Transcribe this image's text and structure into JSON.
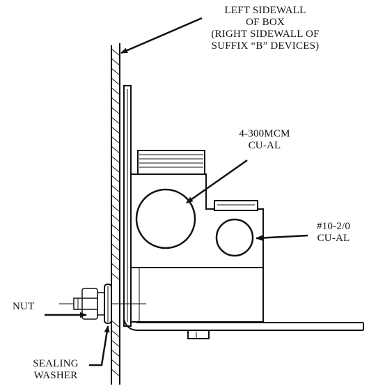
{
  "labels": {
    "sidewall_line1": "LEFT SIDEWALL",
    "sidewall_line2": "OF BOX",
    "sidewall_line3": "(RIGHT SIDEWALL OF",
    "sidewall_line4": "SUFFIX “B” DEVICES)",
    "large_lug_line1": "4-300MCM",
    "large_lug_line2": "CU-AL",
    "small_lug_line1": "#10-2/0",
    "small_lug_line2": "CU-AL",
    "nut": "NUT",
    "washer_line1": "SEALING",
    "washer_line2": "WASHER"
  },
  "colors": {
    "ink": "#111111",
    "background": "#ffffff"
  }
}
